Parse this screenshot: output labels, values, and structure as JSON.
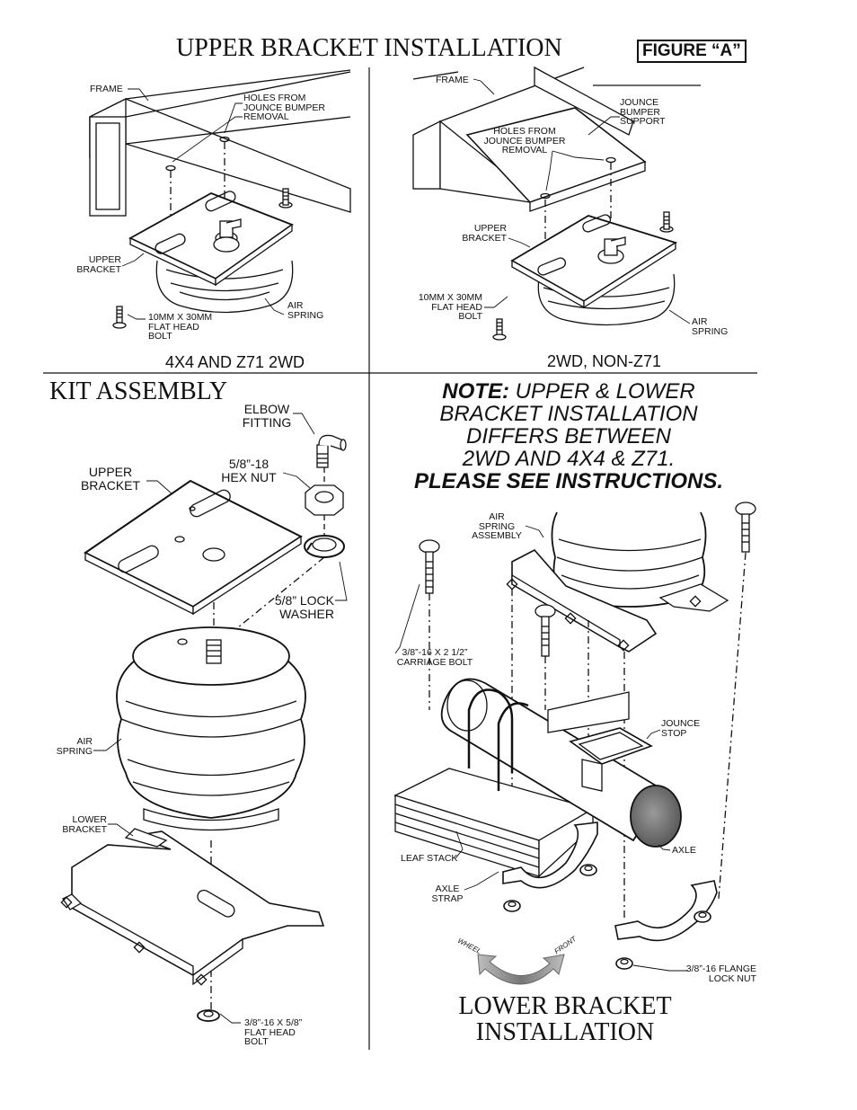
{
  "titles": {
    "upper": "UPPER BRACKET INSTALLATION",
    "figure": "FIGURE “A”",
    "kit": "KIT ASSEMBLY",
    "lower_line1": "LOWER BRACKET",
    "lower_line2": "INSTALLATION"
  },
  "captions": {
    "left": "4X4 AND Z71 2WD",
    "right": "2WD, NON-Z71"
  },
  "note": {
    "line1_bold": "NOTE:",
    "line1": " UPPER & LOWER",
    "line2": "BRACKET INSTALLATION",
    "line3": "DIFFERS BETWEEN",
    "line4": "2WD AND 4X4 & Z71.",
    "line5": "PLEASE SEE INSTRUCTIONS."
  },
  "labels_upper_left": {
    "frame": "FRAME",
    "holes": "HOLES FROM\nJOUNCE BUMPER\nREMOVAL",
    "upper_bracket": "UPPER\nBRACKET",
    "air_spring": "AIR\nSPRING",
    "bolt": "10MM X 30MM\nFLAT HEAD\nBOLT"
  },
  "labels_upper_right": {
    "frame": "FRAME",
    "jounce": "JOUNCE\nBUMPER\nSUPPORT",
    "holes": "HOLES FROM\nJOUNCE BUMPER\nREMOVAL",
    "upper_bracket": "UPPER\nBRACKET",
    "bolt": "10MM X 30MM\nFLAT HEAD\nBOLT",
    "air_spring": "AIR\nSPRING"
  },
  "labels_kit": {
    "elbow": "ELBOW\nFITTING",
    "hex_nut": "5/8”-18\nHEX NUT",
    "upper_bracket": "UPPER\nBRACKET",
    "lock_washer": "5/8” LOCK\nWASHER",
    "air_spring": "AIR\nSPRING",
    "lower_bracket": "LOWER\nBRACKET",
    "bolt": "3/8”-16 X 5/8”\nFLAT HEAD\nBOLT"
  },
  "labels_lower": {
    "air_spring_assembly": "AIR\nSPRING\nASSEMBLY",
    "carriage_bolt": "3/8”-16 X 2 1/2”\nCARRIAGE BOLT",
    "jounce_stop": "JOUNCE\nSTOP",
    "leaf_stack": "LEAF STACK",
    "axle": "AXLE",
    "axle_strap": "AXLE\nSTRAP",
    "flange_nut": "3/8”-16 FLANGE\nLOCK NUT",
    "wheel": "WHEEL",
    "front": "FRONT"
  },
  "colors": {
    "ink": "#111111",
    "arrow": "#8c8c8c"
  }
}
